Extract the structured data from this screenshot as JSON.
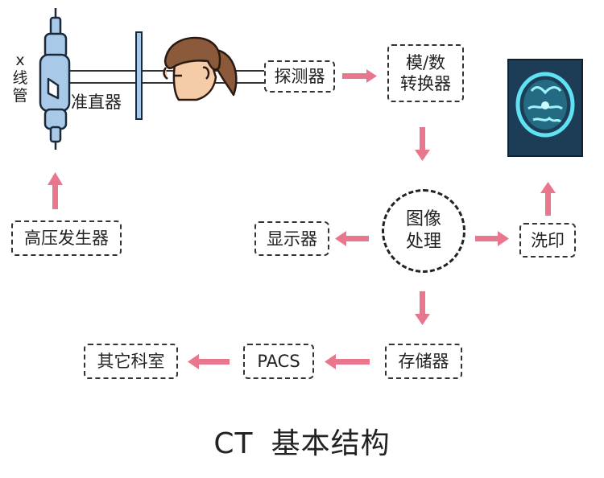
{
  "xray_tube_label": [
    "x",
    "线",
    "管"
  ],
  "collimator_label": "准直器",
  "detector_label": "探测器",
  "adc_label": [
    "模/数",
    "转换器"
  ],
  "image_processing_label": [
    "图像",
    "处理"
  ],
  "hv_generator_label": "高压发生器",
  "display_label": "显示器",
  "printing_label": "洗印",
  "storage_label": "存储器",
  "pacs_label": "PACS",
  "other_depts_label": "其它科室",
  "title": [
    "CT",
    "基本结构"
  ],
  "colors": {
    "arrow": "#e8768c",
    "tube": "#a9c9e8",
    "scan_bg": "#1d3d57",
    "scan_glow": "#5fe3f4",
    "hair": "#8a5a3b",
    "skin": "#f5cba8"
  }
}
